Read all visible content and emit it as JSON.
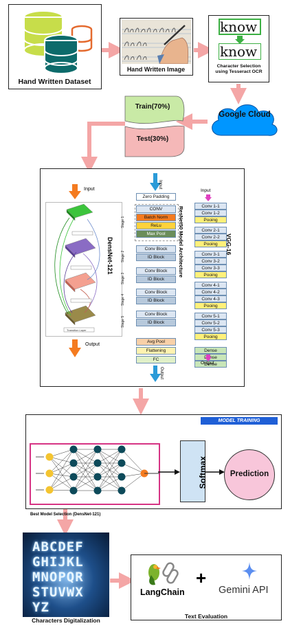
{
  "dataset": {
    "label": "Hand Written Dataset"
  },
  "hw_image": {
    "label": "Hand Written Image"
  },
  "char_sel": {
    "word1": "know",
    "word2": "know",
    "caption": "Character Selection using Tesseract OCR"
  },
  "cloud": {
    "label": "Google Cloud"
  },
  "split": {
    "train": "Train(70%)",
    "test": "Test(30%)"
  },
  "densenet": {
    "input": "Input",
    "output": "Output",
    "title": "DensNet-121",
    "transition": "Transition Layer"
  },
  "resnet": {
    "input": "Input",
    "output": "Output",
    "title": "ResNet50 Model Architecture",
    "zero_padding": "Zero Padding",
    "stage1": {
      "name": "Stage 1",
      "layers": [
        "CONV",
        "Batch Norm",
        "ReLu",
        "Max Pool"
      ]
    },
    "stages": [
      {
        "name": "Stage 2",
        "conv": "Conv Block",
        "id": "ID Block"
      },
      {
        "name": "Stage 3",
        "conv": "Conv Block",
        "id": "ID Block"
      },
      {
        "name": "Stage 4",
        "conv": "Conv Block",
        "id": "ID Block"
      },
      {
        "name": "Stage 5",
        "conv": "Conv Block",
        "id": "ID Block"
      }
    ],
    "avg_pool": "Avg Pool",
    "flattening": "Flattening",
    "fc": "FC"
  },
  "vgg": {
    "input": "Input",
    "output": "Output",
    "title": "VGG-16",
    "layers": [
      "Conv 1-1",
      "Conv 1-2",
      "Pooing",
      "Conv 2-1",
      "Conv 2-2",
      "Pooing",
      "Conv 3-1",
      "Conv 3-2",
      "Conv 3-3",
      "Pooing",
      "Conv 4-1",
      "Conv 4-2",
      "Conv 4-3",
      "Pooing",
      "Conv 5-1",
      "Conv 5-2",
      "Conv 5-3",
      "Pooing",
      "Dense",
      "Dense",
      "Dense"
    ]
  },
  "training": {
    "badge": "MODEL TRAINING",
    "softmax": "Softmax",
    "prediction": "Prediction"
  },
  "best_model": "Best Model Selection (DensNet-121)",
  "chars": {
    "rows": [
      "ABCDEF",
      "GHIJKL",
      "MNOPQR",
      "STUVWX",
      "YZ"
    ],
    "label": "Characters Digitalization"
  },
  "eval": {
    "langchain": "LangChain",
    "plus": "+",
    "gemini": "Gemini API",
    "label": "Text Evaluation"
  },
  "colors": {
    "arrow": "#f4a6a6",
    "accent_blue": "#1f5fd6",
    "magenta": "#d63384",
    "cloud": "#0096ff",
    "teal_db": "#0d6b6b"
  }
}
